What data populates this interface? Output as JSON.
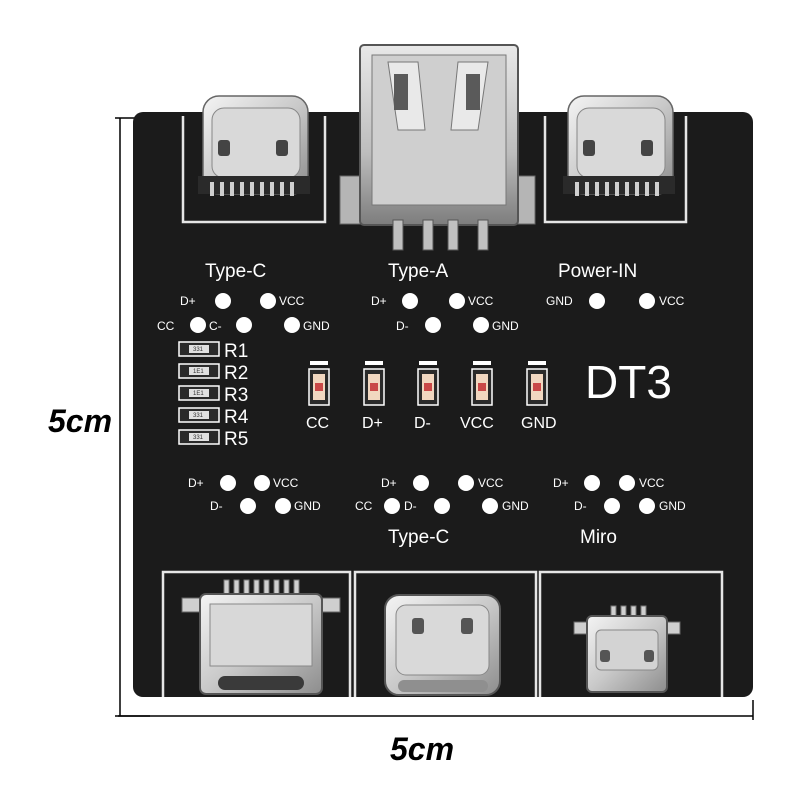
{
  "dimensions": {
    "height_label": "5cm",
    "width_label": "5cm"
  },
  "board": {
    "title": "DT3",
    "pcb_color": "#1b1b1b",
    "silk_color": "#ffffff",
    "top_connectors": {
      "left": "Type-C",
      "middle": "Type-A",
      "right": "Power-IN"
    },
    "top_pins": {
      "type_c": {
        "d_plus": "D+",
        "vcc": "VCC",
        "cc": "CC",
        "c_minus": "C-",
        "gnd": "GND"
      },
      "type_a": {
        "d_plus": "D+",
        "vcc": "VCC",
        "d_minus": "D-",
        "gnd": "GND"
      },
      "power_in": {
        "gnd": "GND",
        "vcc": "VCC"
      }
    },
    "resistors": [
      "R1",
      "R2",
      "R3",
      "R4",
      "R5"
    ],
    "resistor_codes": [
      "331",
      "1E1",
      "1E1",
      "331",
      "331"
    ],
    "leds": [
      "CC",
      "D+",
      "D-",
      "VCC",
      "GND"
    ],
    "bottom_pins": {
      "left": {
        "d_plus": "D+",
        "vcc": "VCC",
        "d_minus": "D-",
        "gnd": "GND"
      },
      "middle": {
        "d_plus": "D+",
        "vcc": "VCC",
        "cc": "CC",
        "d_minus": "D-",
        "gnd": "GND"
      },
      "right": {
        "d_plus": "D+",
        "vcc": "VCC",
        "d_minus": "D-",
        "gnd": "GND"
      }
    },
    "bottom_labels": {
      "middle": "Type-C",
      "right": "Miro"
    }
  }
}
